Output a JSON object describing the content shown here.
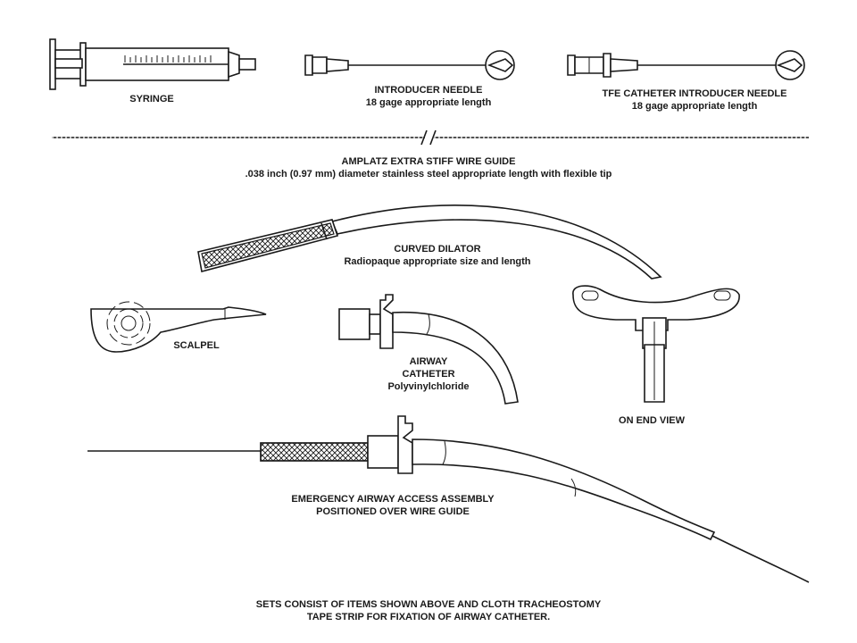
{
  "labels": {
    "syringe": "SYRINGE",
    "introducer_needle": {
      "title": "INTRODUCER NEEDLE",
      "sub": "18 gage appropriate length"
    },
    "tfe_needle": {
      "title": "TFE CATHETER INTRODUCER NEEDLE",
      "sub": "18 gage appropriate length"
    },
    "wire_guide": {
      "title": "AMPLATZ EXTRA STIFF WIRE GUIDE",
      "sub": ".038 inch (0.97 mm) diameter stainless steel appropriate length with flexible tip"
    },
    "curved_dilator": {
      "title": "CURVED DILATOR",
      "sub": "Radiopaque appropriate size and length"
    },
    "scalpel": "SCALPEL",
    "airway_catheter": {
      "line1": "AIRWAY",
      "line2": "CATHETER",
      "sub": "Polyvinylchloride"
    },
    "on_end_view": "ON END VIEW",
    "assembly": {
      "line1": "EMERGENCY AIRWAY ACCESS ASSEMBLY",
      "line2": "POSITIONED OVER WIRE GUIDE"
    },
    "footer": {
      "line1": "SETS CONSIST OF ITEMS SHOWN ABOVE AND CLOTH TRACHEOSTOMY",
      "line2": "TAPE STRIP FOR FIXATION OF AIRWAY CATHETER."
    }
  },
  "colors": {
    "ink": "#1a1a1a",
    "paper": "#ffffff"
  }
}
